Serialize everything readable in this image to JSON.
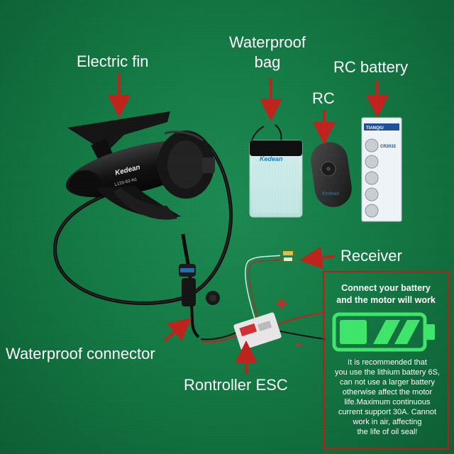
{
  "labels": {
    "electric_fin": "Electric fin",
    "waterproof_bag_line1": "Waterproof",
    "waterproof_bag_line2": "bag",
    "rc_battery": "RC battery",
    "rc": "RC",
    "receiver": "Receiver",
    "waterproof_connector": "Waterproof connector",
    "rontroller_esc": "Rontroller ESC"
  },
  "product_prints": {
    "fin_brand": "Kedean",
    "fin_model": "L123-S2-N1",
    "bag_brand": "Kedean",
    "remote_brand": "Kedean",
    "battery_brand": "TIANQIU",
    "battery_model": "CR2032"
  },
  "note_panel": {
    "title_line1": "Connect your battery",
    "title_line2": "and the motor will work",
    "plus_sign": "+",
    "minus_sign": "-",
    "body_lines": [
      "It is recommended that",
      "you use the lithium battery 6S,",
      "can not use a larger battery",
      "otherwise affect the motor",
      "life.Maximum continuous",
      "current support 30A. Cannot",
      "work in air, affecting",
      "the life of oil seal!"
    ]
  },
  "colors": {
    "background_green": "#137a44",
    "arrow_red": "#c0221c",
    "panel_border_red": "#c21818",
    "battery_green": "#3ee66a",
    "label_white": "#ffffff"
  }
}
